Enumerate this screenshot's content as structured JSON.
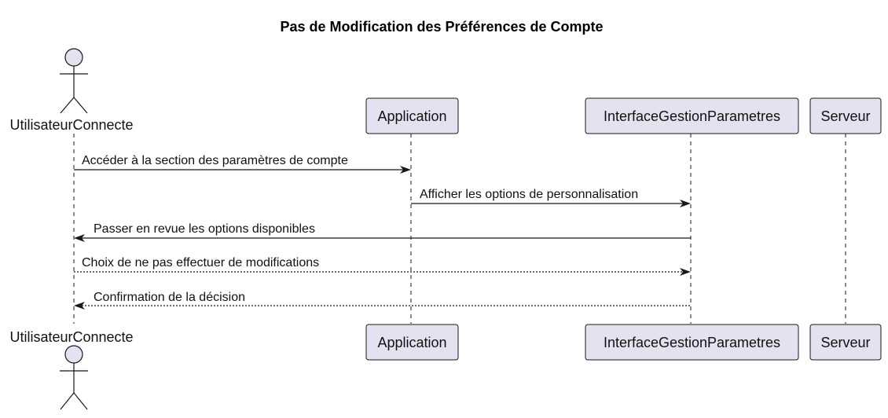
{
  "title": "Pas de Modification des Préférences de Compte",
  "participants": {
    "user": "UtilisateurConnecte",
    "app": "Application",
    "iface": "InterfaceGestionParametres",
    "server": "Serveur"
  },
  "messages": [
    {
      "label": "Accéder à la section des paramètres de compte",
      "from": "UtilisateurConnecte",
      "to": "Application",
      "style": "solid"
    },
    {
      "label": "Afficher les options de personnalisation",
      "from": "Application",
      "to": "InterfaceGestionParametres",
      "style": "solid"
    },
    {
      "label": "Passer en revue les options disponibles",
      "from": "InterfaceGestionParametres",
      "to": "UtilisateurConnecte",
      "style": "solid"
    },
    {
      "label": "Choix de ne pas effectuer de modifications",
      "from": "UtilisateurConnecte",
      "to": "InterfaceGestionParametres",
      "style": "dashed"
    },
    {
      "label": "Confirmation de la décision",
      "from": "InterfaceGestionParametres",
      "to": "UtilisateurConnecte",
      "style": "dashed"
    }
  ],
  "colors": {
    "participant_fill": "#e2e2f0",
    "stroke": "#181818"
  }
}
